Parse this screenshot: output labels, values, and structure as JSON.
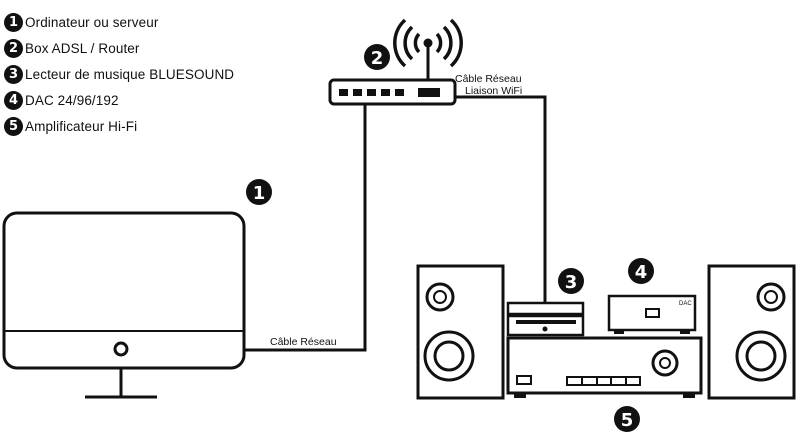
{
  "legend": [
    {
      "num": "1",
      "label": "Ordinateur ou serveur"
    },
    {
      "num": "2",
      "label": "Box ADSL / Router"
    },
    {
      "num": "3",
      "label": "Lecteur de musique BLUESOUND"
    },
    {
      "num": "4",
      "label": "DAC 24/96/192"
    },
    {
      "num": "5",
      "label": "Amplificateur Hi-Fi"
    }
  ],
  "badges": {
    "computer": "1",
    "router": "2",
    "player": "3",
    "dac": "4",
    "amplifier": "5"
  },
  "cables": {
    "computer_router": "Câble Réseau",
    "router_player_line1": "Câble Réseau",
    "router_player_line2": "Liaison WiFi"
  },
  "device_text": {
    "dac": "DAC"
  }
}
